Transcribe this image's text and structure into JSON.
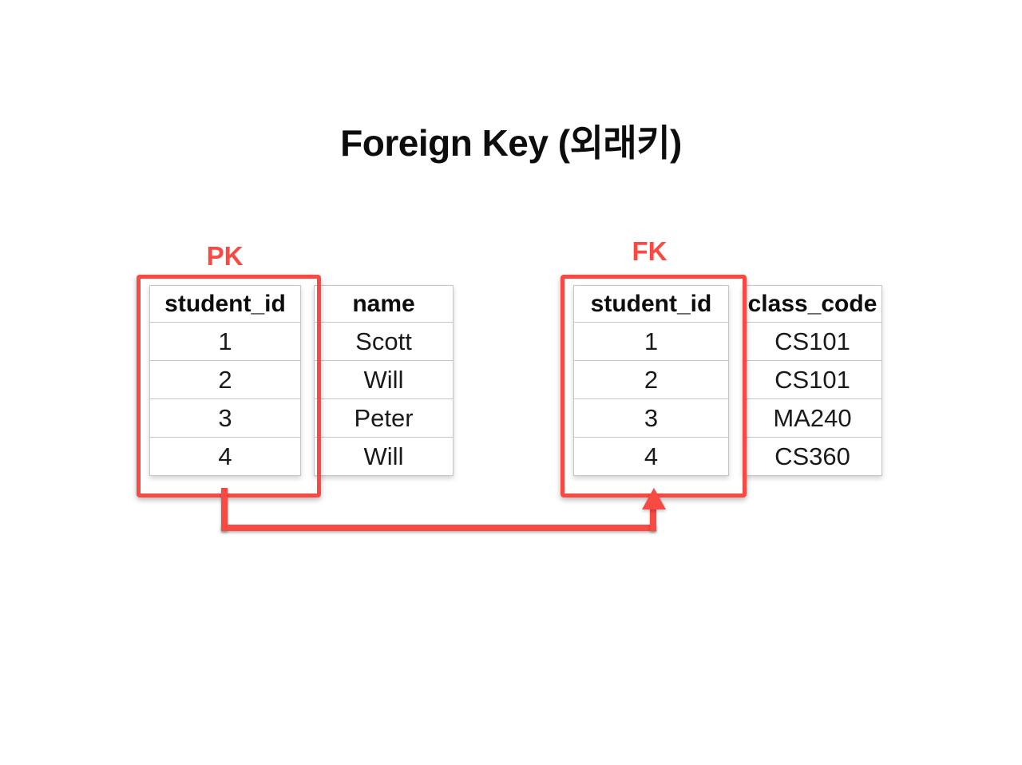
{
  "title": "Foreign Key (외래키)",
  "colors": {
    "accent_red": "#f84942",
    "table_border": "#c6c6c6",
    "text": "#111111",
    "background": "#ffffff"
  },
  "pk_table": {
    "key_label": "PK",
    "columns": [
      {
        "header": "student_id",
        "values": [
          "1",
          "2",
          "3",
          "4"
        ]
      },
      {
        "header": "name",
        "values": [
          "Scott",
          "Will",
          "Peter",
          "Will"
        ]
      }
    ]
  },
  "fk_table": {
    "key_label": "FK",
    "columns": [
      {
        "header": "student_id",
        "values": [
          "1",
          "2",
          "3",
          "4"
        ]
      },
      {
        "header": "class_code",
        "values": [
          "CS101",
          "CS101",
          "MA240",
          "CS360"
        ]
      }
    ]
  }
}
